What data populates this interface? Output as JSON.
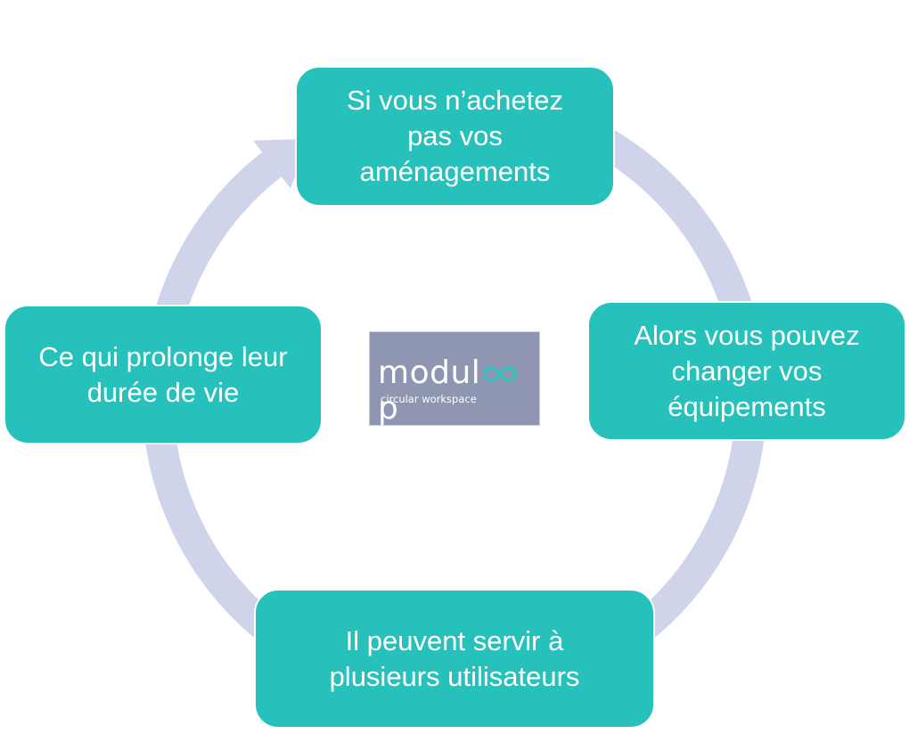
{
  "diagram": {
    "type": "cycle",
    "direction": "clockwise",
    "colors": {
      "box_fill": "#27c1bb",
      "box_text": "#ffffff",
      "ring": "#cfd4ea",
      "logo_background": "#8f96b1",
      "logo_accent": "#2ec5bd"
    },
    "steps": [
      {
        "id": "top",
        "label": "Si vous n’achetez\npas vos\naménagements"
      },
      {
        "id": "right",
        "label": "Alors vous pouvez\nchanger vos\néquipements"
      },
      {
        "id": "bottom",
        "label": "Il peuvent servir à\nplusieurs utilisateurs"
      },
      {
        "id": "left",
        "label": "Ce qui prolonge leur\ndurée de vie"
      }
    ],
    "center_logo": {
      "word_start": "modul",
      "word_loop_icon": "infinity-loop-icon",
      "word_end": "p",
      "tagline": "circular workspace"
    }
  }
}
